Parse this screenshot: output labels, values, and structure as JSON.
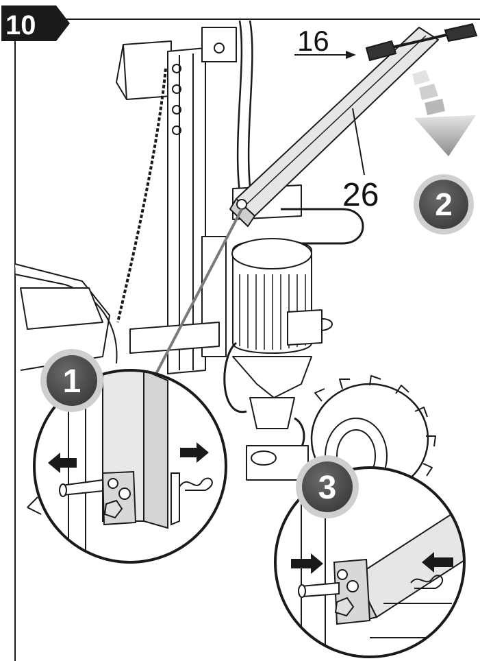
{
  "step": {
    "number": "10"
  },
  "callouts": [
    {
      "id": "callout-16",
      "label": "16"
    },
    {
      "id": "callout-26",
      "label": "26"
    }
  ],
  "steps_sequence": [
    {
      "id": "step-1",
      "label": "1"
    },
    {
      "id": "step-2",
      "label": "2"
    },
    {
      "id": "step-3",
      "label": "3"
    }
  ],
  "colors": {
    "badge": "#1a1a1a",
    "circle_badge": "#4a4a4a",
    "circle_ring": "#c9c9c9",
    "arrow_grey": "#9a9a9a",
    "line": "#1a1a1a",
    "part_fill": "#e6e6e6"
  }
}
